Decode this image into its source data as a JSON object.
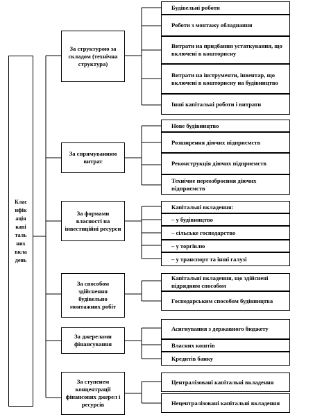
{
  "root_label": "Класифікація капітальних вкладень",
  "categories": [
    {
      "label": "За структурою за складом (технічна структура)",
      "items": [
        "Будівельні роботи",
        "Роботи з монтажу обладнання",
        "Витрати на придбання устаткування, що включені в кошторисну",
        "Витрати на інструменти, інвентар, що включені в кошторисну на будівництво",
        "Інші капітальні роботи і витрати"
      ]
    },
    {
      "label": "За спрямуванням витрат",
      "items": [
        "Нове будівництво",
        "Розширення діючих підприємств",
        "Реконструкція діючих підприємств",
        "Технічне переозброєння діючих підприємств"
      ]
    },
    {
      "label": "За формами власності на інвестиційні ресурси",
      "items": [
        "Капітальні вкладення:",
        "– у будівництво",
        "– сільське господарство",
        "– у торгівлю",
        "– у транспорт та інші галузі"
      ]
    },
    {
      "label": "За способом здійснення будівельно монтажних робіт",
      "items": [
        "Капітальні вкладення, що здійснені підрядним способом",
        "Господарським способом будівництва"
      ]
    },
    {
      "label": "За джерелами фінансування",
      "items": [
        "Асигнування з державного бюджету",
        "Власних коштів",
        "Кредитів банку"
      ]
    },
    {
      "label": "За ступенем концентрації фінансових джерел і ресурсів",
      "items": [
        "Централізовані капітальні вкладення",
        "Нецентралізовані капітальні вкладення"
      ]
    }
  ]
}
